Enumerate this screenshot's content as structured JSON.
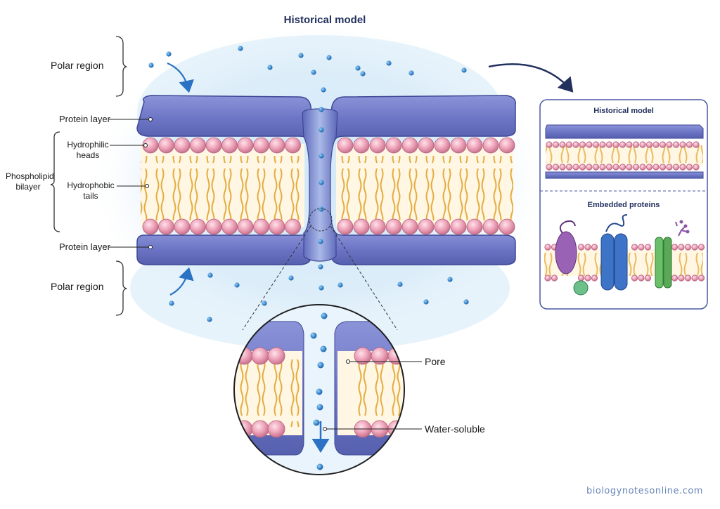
{
  "diagram": {
    "title": "Historical model",
    "labels": {
      "polar_top": "Polar region",
      "polar_bottom": "Polar region",
      "protein_top": "Protein layer",
      "protein_bottom": "Protein layer",
      "phospholipid": "Phospholipid bilayer",
      "hydrophilic": "Hydrophilic heads",
      "hydrophobic": "Hydrophobic tails",
      "pore": "Pore",
      "water_soluble": "Water-soluble"
    },
    "inset_panel": {
      "top_title": "Historical model",
      "bottom_title": "Embedded proteins"
    },
    "credit": "biologynotesonline.com",
    "colors": {
      "protein": "#6e78c8",
      "head": "#eba0b6",
      "tail": "#e8b64c",
      "water": "#3d8fd2",
      "navy": "#22305e"
    }
  }
}
